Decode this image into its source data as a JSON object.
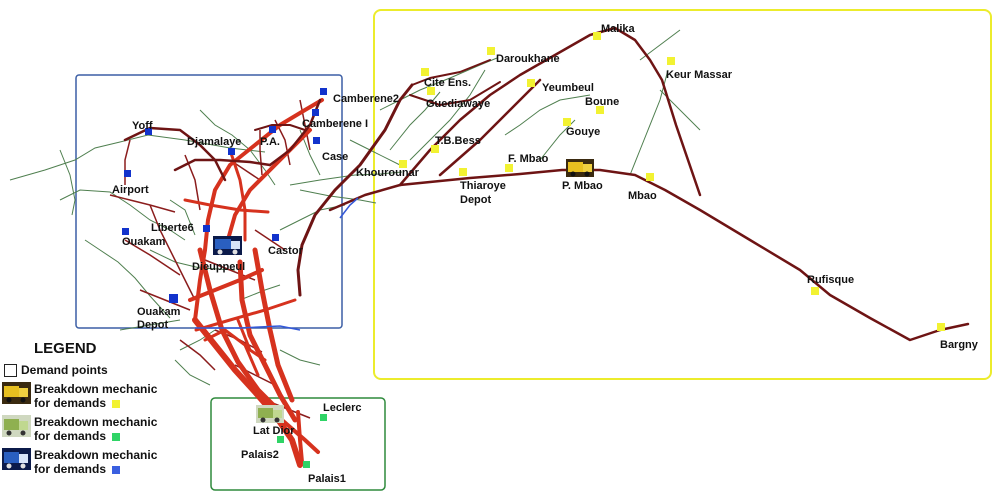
{
  "zones": [
    {
      "id": "yellow",
      "color": "#ecec2c"
    },
    {
      "id": "blue",
      "color": "#3c5fa5"
    },
    {
      "id": "green",
      "color": "#2e8a3c"
    }
  ],
  "places": {
    "malika": "Malika",
    "daroukhane": "Daroukhane",
    "keur_massar": "Keur Massar",
    "cite_ens": "Cite Ens.",
    "yeumbeul": "Yeumbeul",
    "guediawaye": "Guediawaye",
    "boune": "Boune",
    "camberene2": "Camberene2",
    "camberene1": "Camberene I",
    "yoff": "Yoff",
    "djamalaye": "Djamalaye",
    "pa": "P.A.",
    "gouye": "Gouye",
    "tb_bess": "T.B.Bess",
    "case": "Case",
    "f_mbao": "F. Mbao",
    "khourounar": "Khourounar",
    "p_mbao": "P. Mbao",
    "thiaroye_depot_1": "Thiaroye",
    "thiaroye_depot_2": "Depot",
    "mbao": "Mbao",
    "airport": "Airport",
    "liberte6": "Liberte6",
    "ouakam": "Ouakam",
    "castor": "Castor",
    "dieuppeul": "Dieuppeul",
    "rufisque": "Rufisque",
    "ouakam_depot_1": "Ouakam",
    "ouakam_depot_2": "Depot",
    "bargny": "Bargny",
    "leclerc": "Leclerc",
    "lat_dior": "Lat Dior",
    "palais2": "Palais2",
    "palais1": "Palais1"
  },
  "demand_points": {
    "yellow_color": "#f2f232",
    "green_color": "#2fd466",
    "blue_color": "#1233cc"
  },
  "legend": {
    "title": "LEGEND",
    "demand_points": "Demand points",
    "mechanic_yellow_line1": "Breakdown mechanic",
    "mechanic_yellow_line2": "for demands",
    "mechanic_green_line1": "Breakdown mechanic",
    "mechanic_green_line2": "for demands",
    "mechanic_blue_line1": "Breakdown mechanic",
    "mechanic_blue_line2": "for demands"
  },
  "mechanic_icons": [
    {
      "name": "yellow-mechanic-truck-icon",
      "color": "#e8c020"
    },
    {
      "name": "green-mechanic-truck-icon",
      "color": "#8fb050"
    },
    {
      "name": "blue-mechanic-truck-icon",
      "color": "#2a5fc0"
    }
  ]
}
